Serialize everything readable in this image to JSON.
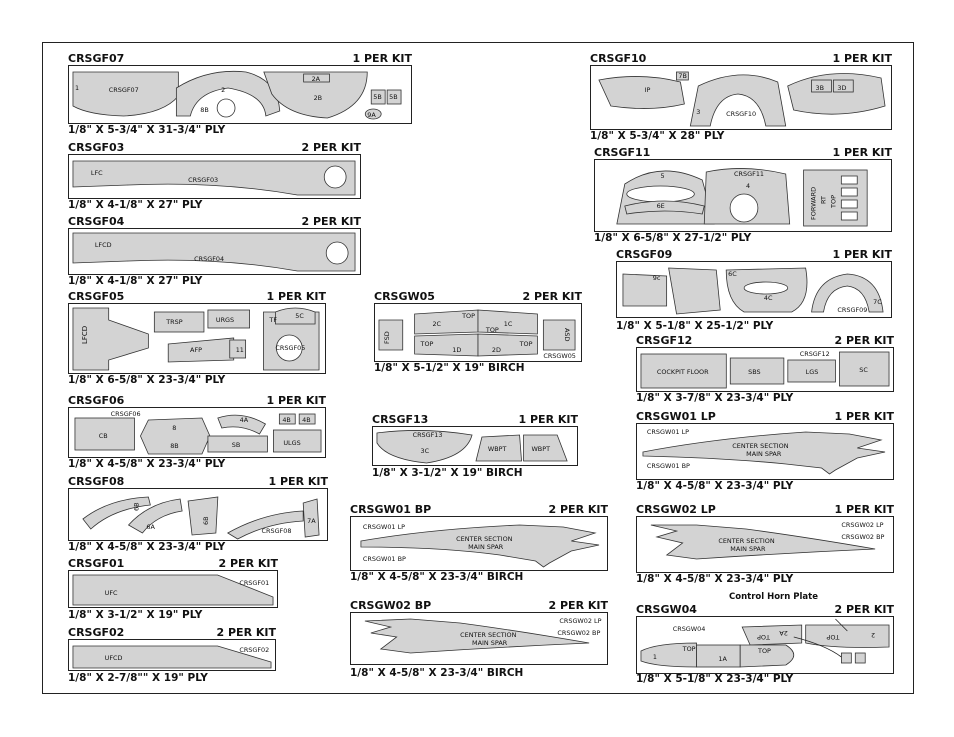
{
  "parts": {
    "crsgf07": {
      "code": "CRSGF07",
      "qty": "1 PER KIT",
      "spec": "1/8\" X 5-3/4\" X 31-3/4\" PLY",
      "labels": {
        "a": "CRSGF07",
        "b": "1",
        "c": "2",
        "d": "8B",
        "e": "2B",
        "f": "5B",
        "g": "5B",
        "h": "2A",
        "i": "9A"
      }
    },
    "crsgf03": {
      "code": "CRSGF03",
      "qty": "2 PER KIT",
      "spec": "1/8\" X 4-1/8\" X 27\" PLY",
      "labels": {
        "a": "LFC",
        "b": "CRSGF03"
      }
    },
    "crsgf04": {
      "code": "CRSGF04",
      "qty": "2 PER KIT",
      "spec": "1/8\" X 4-1/8\" X 27\" PLY",
      "labels": {
        "a": "LFCD",
        "b": "CRSGF04"
      }
    },
    "crsgf05": {
      "code": "CRSGF05",
      "qty": "1 PER KIT",
      "spec": "1/8\" X 6-5/8\" X 23-3/4\" PLY",
      "labels": {
        "a": "LFCD",
        "b": "TRSP",
        "c": "URGS",
        "d": "AFP",
        "e": "TF",
        "f": "5C",
        "g": "CRSGF05",
        "h": "11"
      }
    },
    "crsgf06": {
      "code": "CRSGF06",
      "qty": "1 PER KIT",
      "spec": "1/8\" X 4-5/8\" X 23-3/4\" PLY",
      "labels": {
        "a": "CRSGF06",
        "b": "CB",
        "c": "8",
        "d": "8B",
        "e": "4A",
        "f": "SB",
        "g": "4B",
        "h": "4B",
        "i": "ULGS"
      }
    },
    "crsgf08": {
      "code": "CRSGF08",
      "qty": "1 PER KIT",
      "spec": "1/8\" X 4-5/8\" X 23-3/4\" PLY",
      "labels": {
        "a": "6B",
        "b": "6A",
        "c": "6B",
        "d": "7A",
        "e": "CRSGF08"
      }
    },
    "crsgf01": {
      "code": "CRSGF01",
      "qty": "2 PER KIT",
      "spec": "1/8\" X 3-1/2\" X 19\" PLY",
      "labels": {
        "a": "UFC",
        "b": "CRSGF01"
      }
    },
    "crsgf02": {
      "code": "CRSGF02",
      "qty": "2 PER KIT",
      "spec": "1/8\" X 2-7/8\"\" X 19\" PLY",
      "labels": {
        "a": "UFCD",
        "b": "CRSGF02"
      }
    },
    "crsgw05": {
      "code": "CRSGW05",
      "qty": "2 PER KIT",
      "spec": "1/8\" X 5-1/2\" X 19\" BIRCH",
      "labels": {
        "a": "FSD",
        "b": "2C",
        "c": "TOP",
        "d": "1C",
        "e": "TOP",
        "f": "ASD",
        "g": "TOP",
        "h": "1D",
        "i": "2D",
        "j": "TOP",
        "k": "CRSGW05"
      }
    },
    "crsgf13": {
      "code": "CRSGF13",
      "qty": "1 PER KIT",
      "spec": "1/8\" X 3-1/2\" X 19\" BIRCH",
      "labels": {
        "a": "CRSGF13",
        "b": "3C",
        "c": "WBPT",
        "d": "WBPT"
      }
    },
    "crsgw01bp": {
      "code": "CRSGW01 BP",
      "qty": "2 PER KIT",
      "spec": "1/8\" X 4-5/8\" X 23-3/4\" BIRCH",
      "labels": {
        "a": "CRSGW01 LP",
        "b": "CENTER SECTION",
        "c": "MAIN SPAR",
        "d": "CRSGW01 BP"
      }
    },
    "crsgw02bp": {
      "code": "CRSGW02 BP",
      "qty": "2 PER KIT",
      "spec": "1/8\" X 4-5/8\" X 23-3/4\" BIRCH",
      "labels": {
        "a": "CRSGW02 LP",
        "b": "CRSGW02 BP",
        "c": "CENTER SECTION",
        "d": "MAIN SPAR"
      }
    },
    "crsgf10": {
      "code": "CRSGF10",
      "qty": "1 PER KIT",
      "spec": "1/8\" X 5-3/4\" X 28\" PLY",
      "labels": {
        "a": "IP",
        "b": "7B",
        "c": "3B",
        "d": "3D",
        "e": "3",
        "f": "CRSGF10"
      }
    },
    "crsgf11": {
      "code": "CRSGF11",
      "qty": "1 PER KIT",
      "spec": "1/8\" X 6-5/8\" X 27-1/2\" PLY",
      "labels": {
        "a": "5",
        "b": "6E",
        "c": "CRSGF11",
        "d": "4",
        "e": "FORWARD",
        "f": "RT",
        "g": "TOP"
      }
    },
    "crsgf09": {
      "code": "CRSGF09",
      "qty": "1 PER KIT",
      "spec": "1/8\" X 5-1/8\" X 25-1/2\" PLY",
      "labels": {
        "a": "6C",
        "b": "4C",
        "c": "7C",
        "d": "CRSGF09",
        "e": "9c"
      }
    },
    "crsgf12": {
      "code": "CRSGF12",
      "qty": "2 PER KIT",
      "spec": "1/8\" X 3-7/8\" X 23-3/4\" PLY",
      "labels": {
        "a": "COCKPIT FLOOR",
        "b": "SBS",
        "c": "CRSGF12",
        "d": "LGS",
        "e": "SC"
      }
    },
    "crsgw01lp": {
      "code": "CRSGW01 LP",
      "qty": "1 PER KIT",
      "spec": "1/8\" X 4-5/8\" X 23-3/4\" PLY",
      "labels": {
        "a": "CRSGW01 LP",
        "b": "CENTER SECTION",
        "c": "MAIN SPAR",
        "d": "CRSGW01 BP"
      }
    },
    "crsgw02lp": {
      "code": "CRSGW02 LP",
      "qty": "1 PER KIT",
      "spec": "1/8\" X 4-5/8\" X 23-3/4\" PLY",
      "labels": {
        "a": "CRSGW02 LP",
        "b": "CRSGW02 BP",
        "c": "CENTER SECTION",
        "d": "MAIN SPAR"
      }
    },
    "crsgw04": {
      "code": "CRSGW04",
      "qty": "2 PER KIT",
      "spec": "1/8\" X 5-1/8\" X 23-3/4\" PLY",
      "labels": {
        "a": "CRSGW04",
        "b": "TOP",
        "c": "2A",
        "d": "TOP",
        "e": "2",
        "f": "1",
        "g": "TOP",
        "h": "1A",
        "i": "TOP"
      }
    }
  },
  "callout": {
    "control_horn": "Control Horn Plate"
  },
  "colors": {
    "part_fill": "#d3d3d3",
    "outline": "#333333"
  }
}
